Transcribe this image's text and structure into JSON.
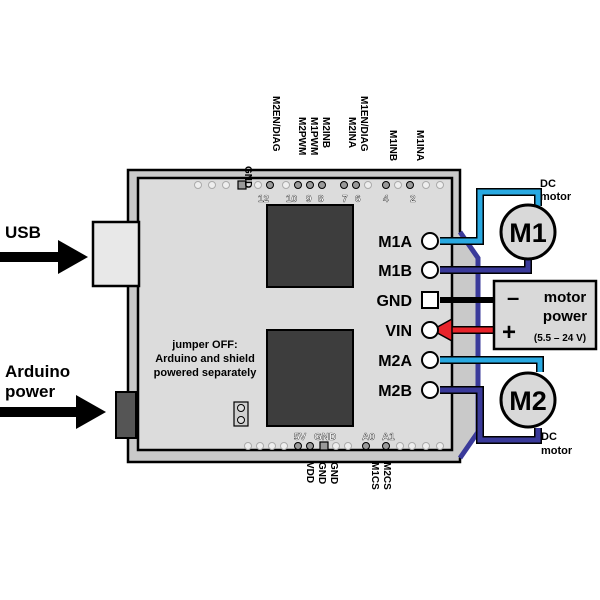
{
  "left_labels": {
    "usb": "USB",
    "arduino_power_line1": "Arduino",
    "arduino_power_line2": "power"
  },
  "top_pins": [
    "GND",
    "M2EN/DIAG",
    "M2PWM",
    "M1PWM",
    "M2INB",
    "M2INA",
    "M1EN/DIAG",
    "M1INB",
    "M1INA"
  ],
  "top_pin_numbers": [
    "12",
    "10",
    "9",
    "8",
    "7",
    "6",
    "4",
    "2"
  ],
  "terminals": [
    "M1A",
    "M1B",
    "GND",
    "VIN",
    "M2A",
    "M2B"
  ],
  "motors": {
    "m1": {
      "label": "M1",
      "caption_line1": "DC",
      "caption_line2": "motor"
    },
    "m2": {
      "label": "M2",
      "caption_line1": "DC",
      "caption_line2": "motor"
    }
  },
  "power_box": {
    "minus": "–",
    "plus": "+",
    "line1": "motor",
    "line2": "power",
    "range": "(5.5 – 24 V)"
  },
  "jumper_note": [
    "jumper OFF:",
    "Arduino and shield",
    "powered separately"
  ],
  "bottom_header_labels": [
    "5V",
    "GND",
    "A0",
    "A1"
  ],
  "bottom_pins": [
    "VDD",
    "GND",
    "GND",
    "M1CS",
    "M2CS"
  ],
  "colors": {
    "board": "#dcdcdc",
    "chip": "#3d3d3d",
    "wire_light_blue": "#29a9e1",
    "wire_dark_blue": "#3a3a9a",
    "wire_red": "#e8232a",
    "wire_black": "#000000",
    "motor_fill": "#d9d9d9"
  }
}
